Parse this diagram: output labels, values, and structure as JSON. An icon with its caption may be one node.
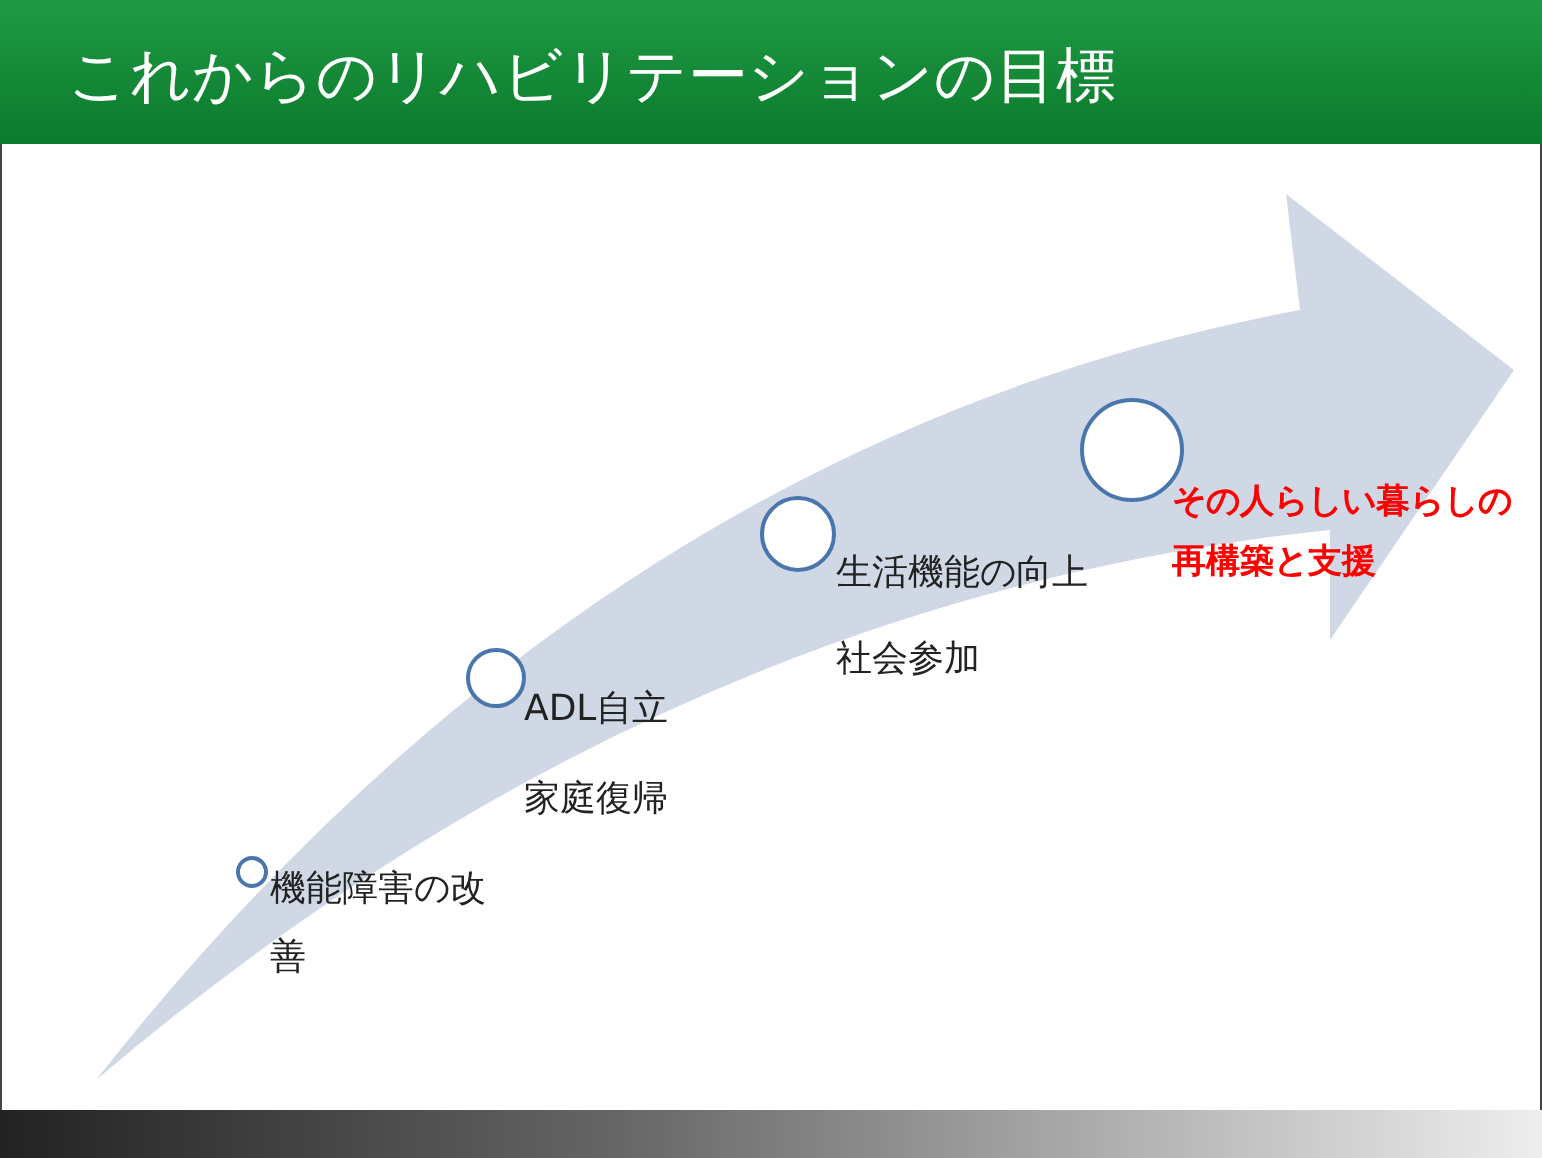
{
  "diagram": {
    "title": "これからのリハビリテーションの目標",
    "nodes": [
      {
        "text": [],
        "shape": "circle",
        "beside": [
          "機能障害の改善"
        ]
      },
      {
        "text": [],
        "shape": "circle",
        "beside": [
          "ADL自立",
          "家庭復帰"
        ]
      },
      {
        "text": [],
        "shape": "circle",
        "beside": [
          "生活機能の向上",
          "社会参加"
        ]
      },
      {
        "text": [],
        "shape": "circle",
        "beside": [
          "その人らしい暮らしの再構築と支援"
        ]
      }
    ]
  }
}
